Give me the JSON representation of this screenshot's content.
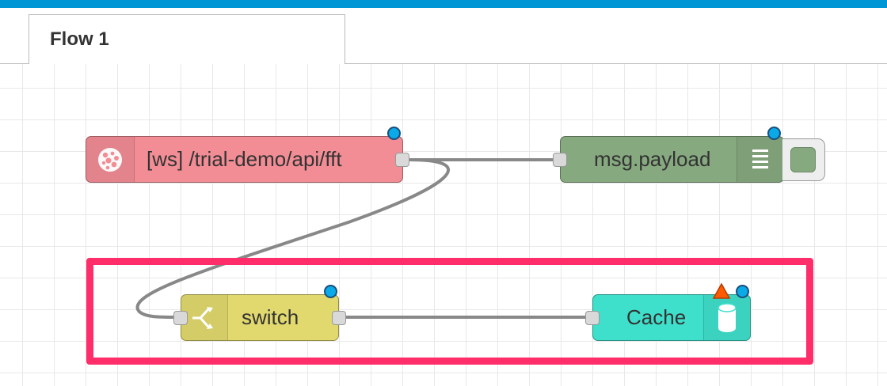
{
  "app": {
    "accent_color": "#0096d6"
  },
  "tabs": [
    {
      "label": "Flow 1",
      "active": true
    }
  ],
  "nodes": {
    "ws_in": {
      "label": "[ws] /trial-demo/api/fft",
      "color": "#f28d95",
      "icon": "websocket-icon"
    },
    "debug": {
      "label": "msg.payload",
      "color": "#87a980",
      "icon": "debug-list-icon"
    },
    "switch": {
      "label": "switch",
      "color": "#e2d96e",
      "icon": "switch-icon"
    },
    "cache": {
      "label": "Cache",
      "color": "#3fe0cb",
      "icon": "database-icon",
      "warning": true
    }
  },
  "wires": [
    {
      "from": "ws_in",
      "to": "debug"
    },
    {
      "from": "ws_in",
      "to": "switch"
    },
    {
      "from": "switch",
      "to": "cache"
    }
  ],
  "annotation": {
    "highlight_color": "#ff2d6a"
  }
}
